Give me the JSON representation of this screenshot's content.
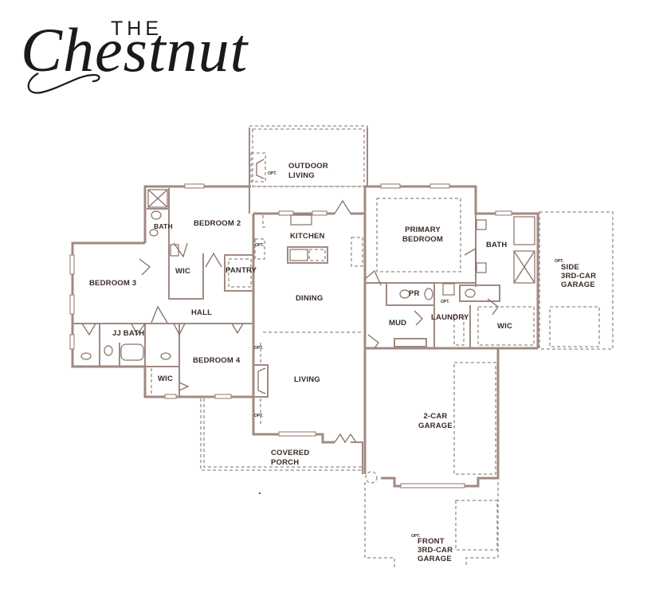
{
  "logo": {
    "prefix": "THE",
    "name": "Chestnut"
  },
  "plan": {
    "title": "The Chestnut",
    "rooms": {
      "outdoor_living": [
        "OUTDOOR",
        "LIVING"
      ],
      "bedroom_2": "BEDROOM 2",
      "bath_2": "BATH",
      "kitchen": "KITCHEN",
      "pantry": "PANTRY",
      "bedroom_3": "BEDROOM 3",
      "wic_bed2": "WIC",
      "hall": "HALL",
      "dining": "DINING",
      "jj_bath": "JJ BATH",
      "bedroom_4": "BEDROOM 4",
      "wic_bed4": "WIC",
      "living": "LIVING",
      "covered_porch": [
        "COVERED",
        "PORCH"
      ],
      "primary_bedroom": [
        "PRIMARY",
        "BEDROOM"
      ],
      "primary_bath": "BATH",
      "primary_wic": "WIC",
      "powder": "PR",
      "mud": "MUD",
      "laundry": "LAUNDRY",
      "two_car_garage": [
        "2-CAR",
        "GARAGE"
      ],
      "side_garage": [
        "SIDE",
        "3RD-CAR",
        "GARAGE"
      ],
      "front_garage": [
        "FRONT",
        "3RD-CAR",
        "GARAGE"
      ]
    },
    "option_tag": "OPT."
  },
  "colors": {
    "wall": "#a08a82",
    "text": "#3a2a26",
    "logo": "#1a1a1a",
    "background": "#ffffff"
  }
}
